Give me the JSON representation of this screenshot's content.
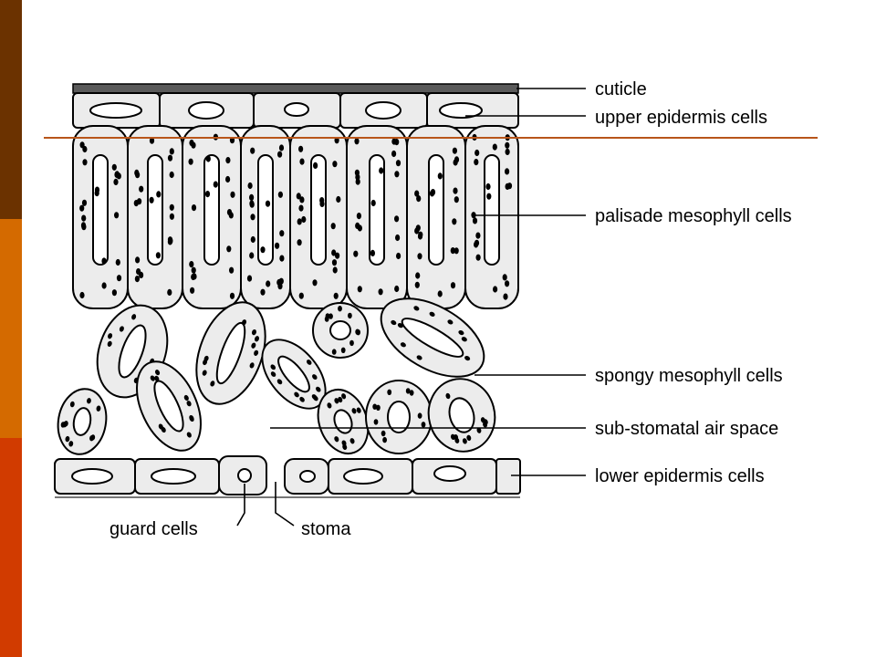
{
  "theme": {
    "bar_top": "#6b3200",
    "bar_mid": "#d46a00",
    "bar_bot": "#d13b00",
    "rule": "#b8551a",
    "cuticle": "#5a5a5a",
    "cell_fill": "#ececec",
    "chloroplast": "#000000"
  },
  "labels": {
    "cuticle": "cuticle",
    "upper_epidermis": "upper epidermis cells",
    "palisade": "palisade mesophyll cells",
    "spongy": "spongy mesophyll cells",
    "air_space": "sub-stomatal air space",
    "lower_epidermis": "lower epidermis cells",
    "guard_cells": "guard cells",
    "stoma": "stoma"
  }
}
